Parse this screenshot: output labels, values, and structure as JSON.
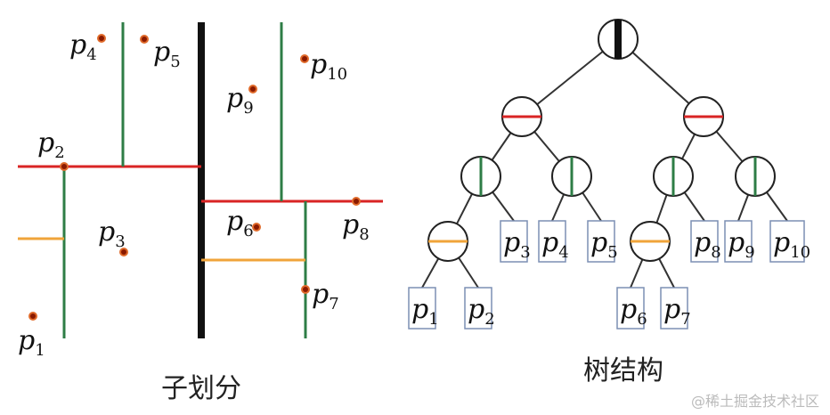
{
  "partition": {
    "caption": "子划分",
    "points": [
      {
        "name": "p",
        "sub": "1"
      },
      {
        "name": "p",
        "sub": "2"
      },
      {
        "name": "p",
        "sub": "3"
      },
      {
        "name": "p",
        "sub": "4"
      },
      {
        "name": "p",
        "sub": "5"
      },
      {
        "name": "p",
        "sub": "6"
      },
      {
        "name": "p",
        "sub": "7"
      },
      {
        "name": "p",
        "sub": "8"
      },
      {
        "name": "p",
        "sub": "9"
      },
      {
        "name": "p",
        "sub": "10"
      }
    ]
  },
  "tree": {
    "caption": "树结构",
    "leaves": [
      {
        "name": "p",
        "sub": "1"
      },
      {
        "name": "p",
        "sub": "2"
      },
      {
        "name": "p",
        "sub": "3"
      },
      {
        "name": "p",
        "sub": "4"
      },
      {
        "name": "p",
        "sub": "5"
      },
      {
        "name": "p",
        "sub": "6"
      },
      {
        "name": "p",
        "sub": "7"
      },
      {
        "name": "p",
        "sub": "8"
      },
      {
        "name": "p",
        "sub": "9"
      },
      {
        "name": "p",
        "sub": "10"
      }
    ]
  },
  "watermark": "@稀土掘金技术社区",
  "colors": {
    "root_split": "#111111",
    "red_split": "#d92424",
    "green_split": "#2e7d46",
    "orange_split": "#f0a43a",
    "point": "#8a1a00",
    "point_halo": "#e06a2a",
    "leaf_border": "#7c8fb4"
  }
}
